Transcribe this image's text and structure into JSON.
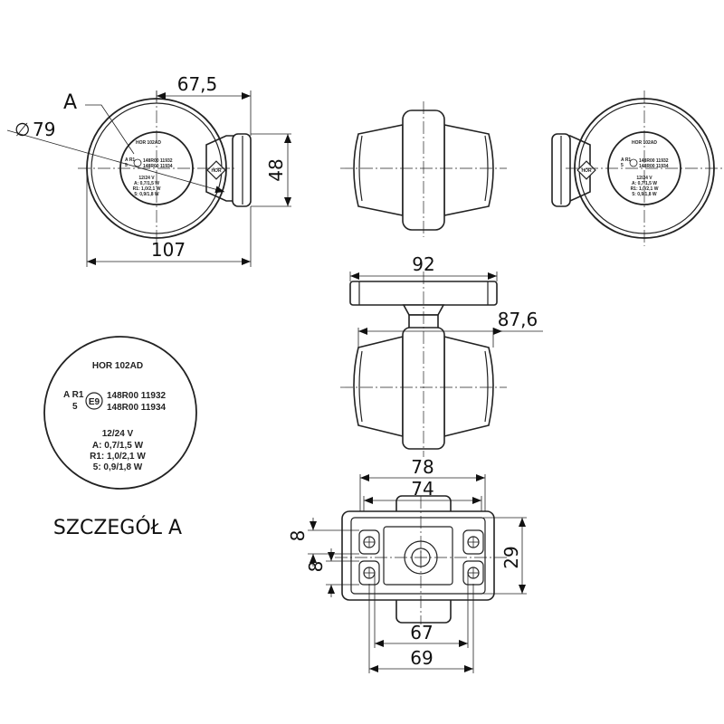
{
  "dimensions": {
    "d67_5": "67,5",
    "d79": "79",
    "d48": "48",
    "d107": "107",
    "d92": "92",
    "d87_6": "87,6",
    "d78": "78",
    "d74": "74",
    "d8a": "8",
    "d8b": "8",
    "d29": "29",
    "d67": "67",
    "d69": "69"
  },
  "labels": {
    "detail_ref": "A",
    "detail_caption": "SZCZEGÓŁ A",
    "diameter_symbol": "∅"
  },
  "lamp_marking": {
    "model": "HOR 102AD",
    "class_line1": "A R1",
    "class_line2": "5",
    "approval1": "148R00 11932",
    "approval2": "148R00 11934",
    "voltage": "12/24 V",
    "power_a": "A: 0,7/1,5 W",
    "power_r1": "R1: 1,0/2,1 W",
    "power_s": "5: 0,9/1,8 W",
    "e_mark": "E9"
  },
  "view_marking_small": {
    "model": "HOR 102AD",
    "class_line1": "A R1",
    "class_line2": "5",
    "approval1": "148R00 11932",
    "approval2": "148R00 11934",
    "voltage": "12/24 V",
    "power_a": "A: 0,7/1,5 W",
    "power_r1": "R1: 1,0/2,1 W",
    "power_s": "5: 0,9/1,8 W"
  },
  "brand_badge": "HOR"
}
